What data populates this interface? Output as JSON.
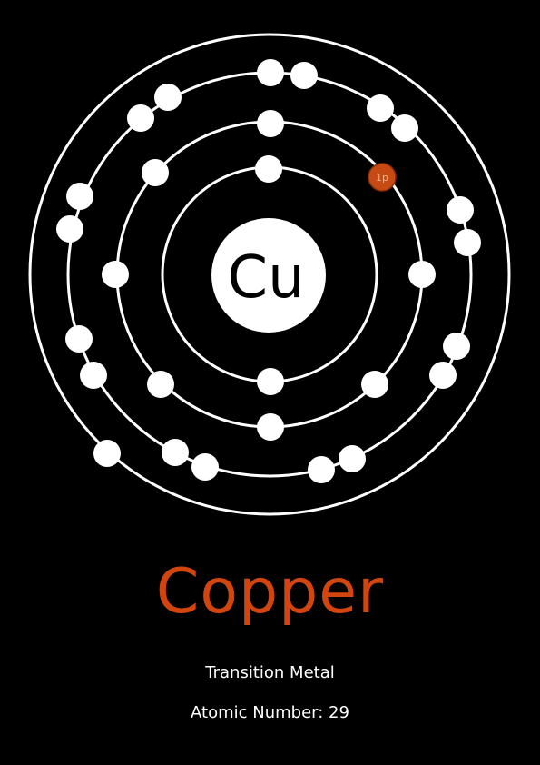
{
  "element": {
    "symbol": "Cu",
    "name": "Copper",
    "category": "Transition Metal",
    "atomic_number_label": "Atomic Number:",
    "atomic_number": "29"
  },
  "proton_marker": {
    "label": "1p"
  },
  "colors": {
    "background": "#000000",
    "orbit": "#ffffff",
    "electron": "#ffffff",
    "nucleus": "#ffffff",
    "symbol_text": "#000000",
    "accent": "#d2450f",
    "proton_fill": "#c74a14",
    "proton_text": "#f7b48a"
  },
  "shells": [
    {
      "shell": 1,
      "electrons": 2
    },
    {
      "shell": 2,
      "electrons": 8
    },
    {
      "shell": 3,
      "electrons": 18
    },
    {
      "shell": 4,
      "electrons": 1
    }
  ]
}
